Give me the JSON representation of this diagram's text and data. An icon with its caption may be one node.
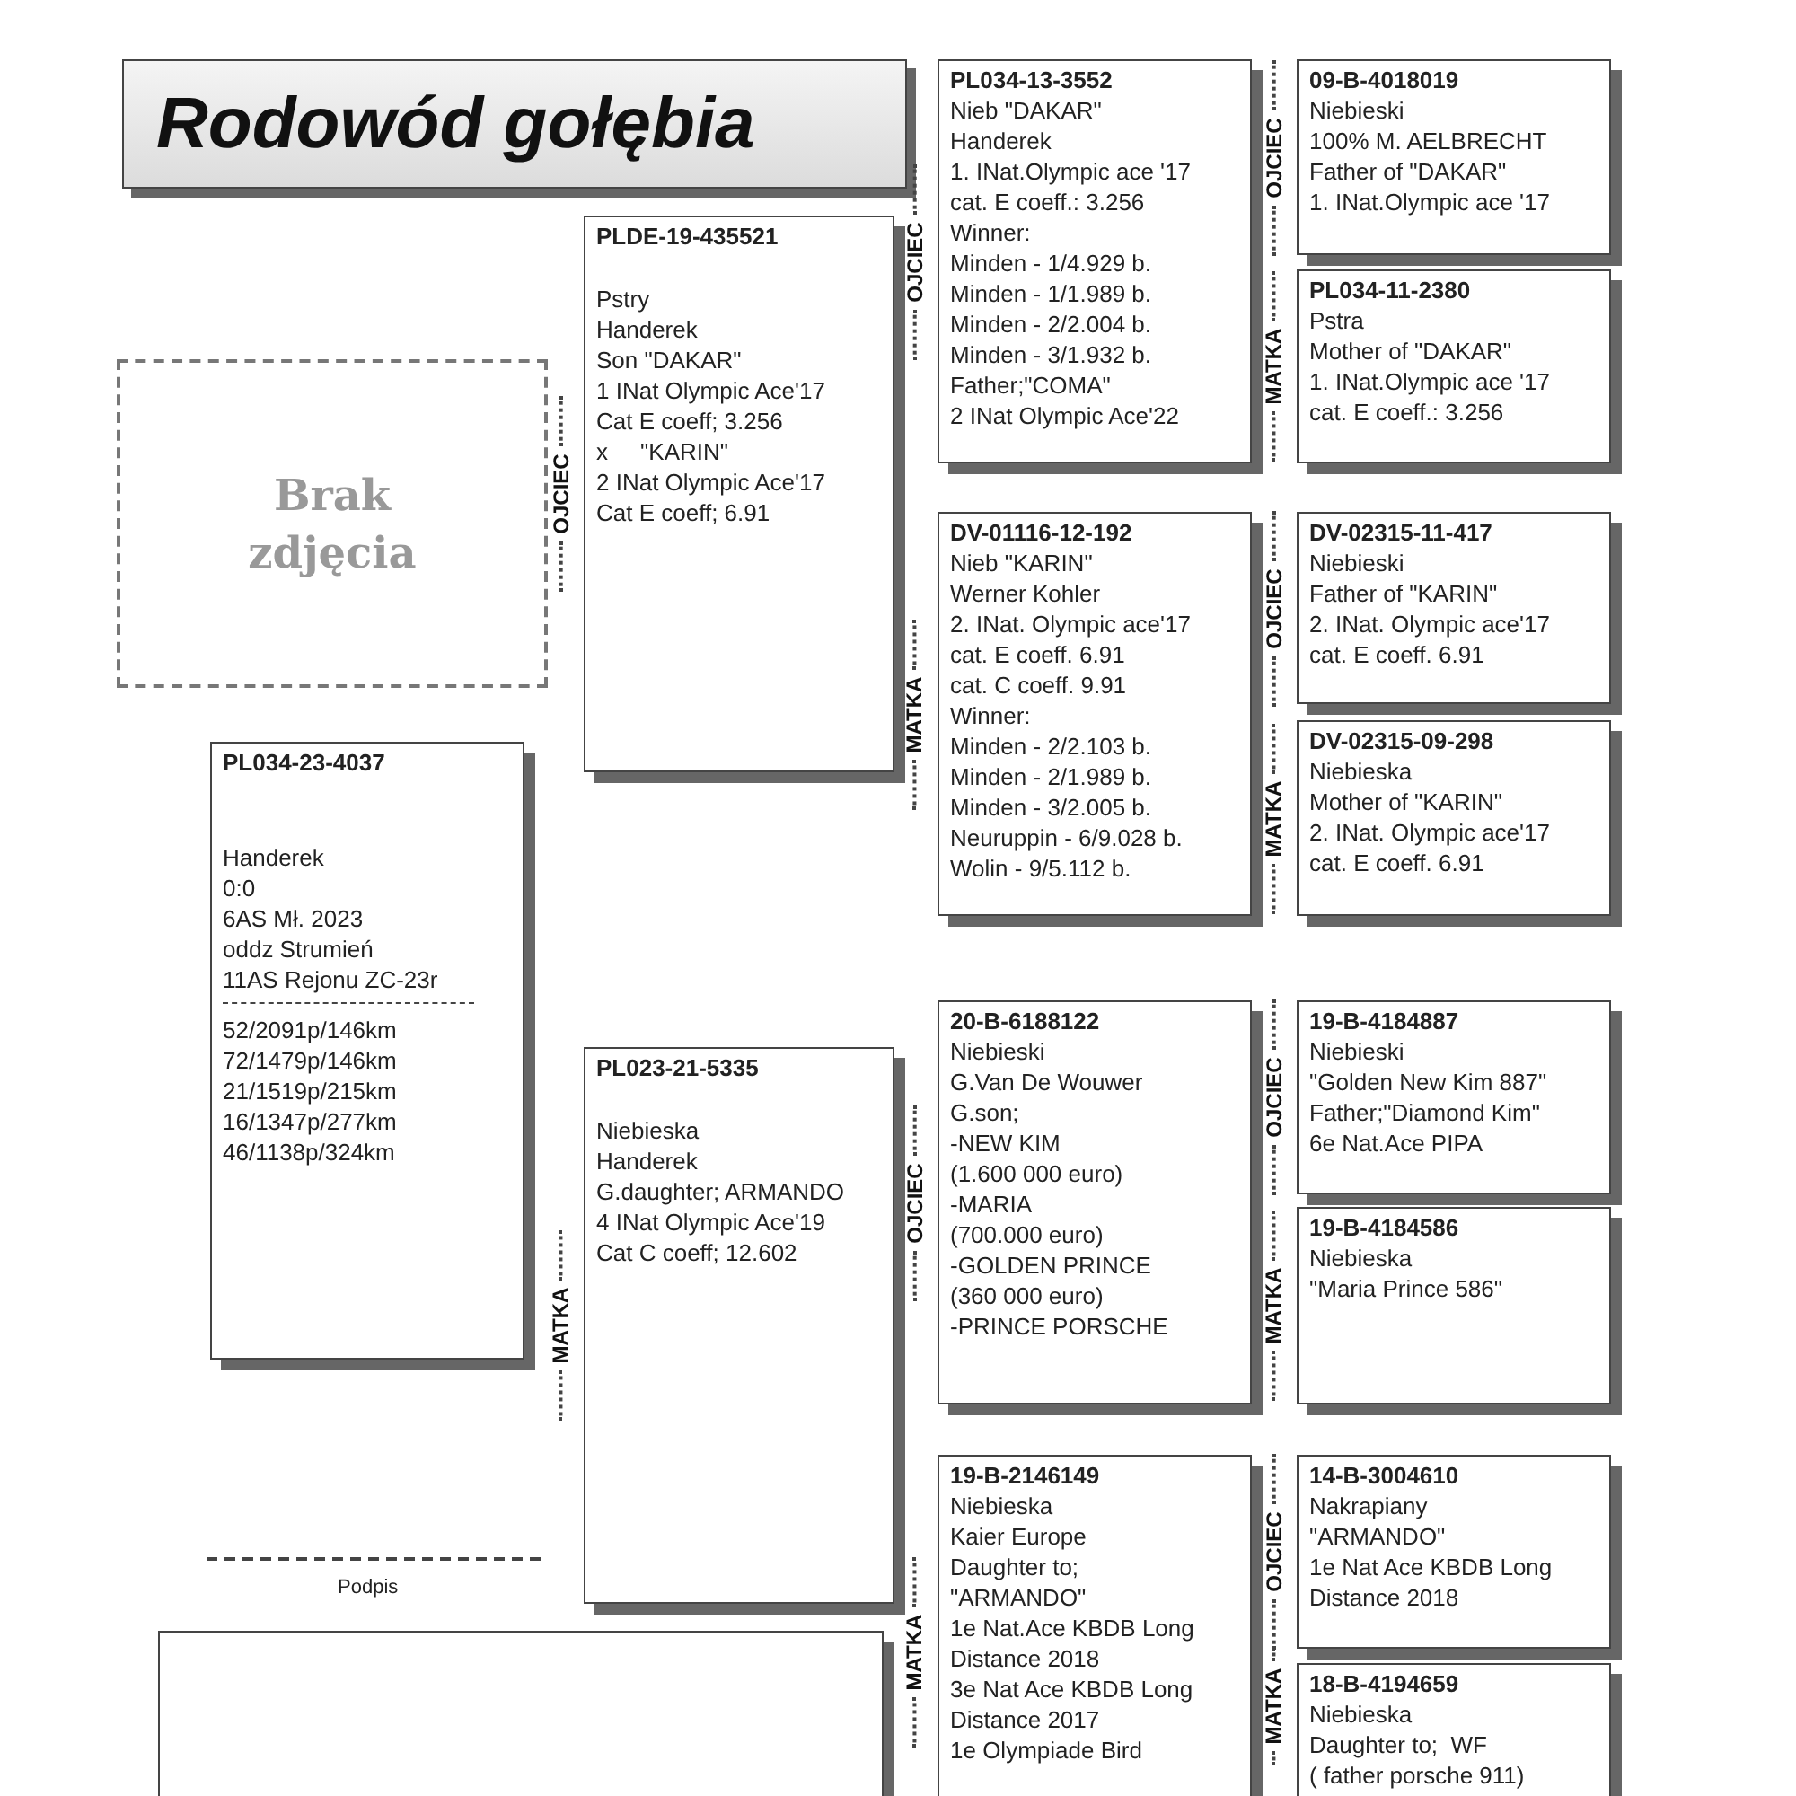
{
  "diagram": {
    "title": "Rodowód gołębia",
    "nodes": [
      {
        "text": [
          "Brak zdjęcia"
        ]
      },
      {
        "text": [
          "PL034-23-4037",
          "Handerek",
          "0:0",
          "6AS Mł. 2023",
          "oddz Strumień",
          "11AS Rejonu ZC-23r",
          "52/2091p/146km",
          "72/1479p/146km",
          "21/1519p/215km",
          "16/1347p/277km",
          "46/1138p/324km"
        ]
      },
      {
        "text": [
          "PLDE-19-435521",
          "Pstry",
          "Handerek",
          "Son \"DAKAR\"",
          "1 INat Olympic Ace'17",
          "Cat E coeff; 3.256",
          "x     \"KARIN\"",
          "2 INat Olympic Ace'17",
          "Cat E coeff; 6.91"
        ],
        "beside": [
          "OJCIEC"
        ]
      },
      {
        "text": [
          "PL023-21-5335",
          "Niebieska",
          "Handerek",
          "G.daughter; ARMANDO",
          "4 INat Olympic Ace'19",
          "Cat C coeff; 12.602"
        ],
        "beside": [
          "MATKA"
        ]
      },
      {
        "text": [
          "PL034-13-3552",
          "Nieb \"DAKAR\"",
          "Handerek",
          "1. INat.Olympic ace '17",
          "cat. E coeff.: 3.256",
          "Winner:",
          "Minden - 1/4.929 b.",
          "Minden - 1/1.989 b.",
          "Minden - 2/2.004 b.",
          "Minden - 3/1.932 b.",
          "Father;\"COMA\"",
          "2 INat Olympic Ace'22"
        ],
        "beside": [
          "OJCIEC"
        ]
      },
      {
        "text": [
          "DV-01116-12-192",
          "Nieb \"KARIN\"",
          "Werner Kohler",
          "2. INat. Olympic ace'17",
          "cat. E coeff. 6.91",
          "cat. C coeff. 9.91",
          "Winner:",
          "Minden - 2/2.103 b.",
          "Minden - 2/1.989 b.",
          "Minden - 3/2.005 b.",
          "Neuruppin - 6/9.028 b.",
          "Wolin - 9/5.112 b."
        ],
        "beside": [
          "MATKA"
        ]
      },
      {
        "text": [
          "20-B-6188122",
          "Niebieski",
          "G.Van De Wouwer",
          "G.son;",
          "-NEW KIM",
          "(1.600 000 euro)",
          "-MARIA",
          "(700.000 euro)",
          "-GOLDEN PRINCE",
          "(360 000 euro)",
          "-PRINCE PORSCHE"
        ],
        "beside": [
          "OJCIEC"
        ]
      },
      {
        "text": [
          "19-B-2146149",
          "Niebieska",
          "Kaier Europe",
          "Daughter to;",
          "\"ARMANDO\"",
          "1e Nat.Ace KBDB Long",
          "Distance 2018",
          "3e Nat Ace KBDB Long",
          "Distance 2017",
          "1e Olympiade Bird"
        ],
        "beside": [
          "MATKA"
        ]
      },
      {
        "text": [
          "09-B-4018019",
          "Niebieski",
          "100% M. AELBRECHT",
          "Father of \"DAKAR\"",
          "1. INat.Olympic ace '17"
        ],
        "beside": [
          "OJCIEC"
        ]
      },
      {
        "text": [
          "PL034-11-2380",
          "Pstra",
          "Mother of \"DAKAR\"",
          "1. INat.Olympic ace '17",
          "cat. E coeff.: 3.256"
        ],
        "beside": [
          "MATKA"
        ]
      },
      {
        "text": [
          "DV-02315-11-417",
          "Niebieski",
          "Father of \"KARIN\"",
          "2. INat. Olympic ace'17",
          "cat. E coeff. 6.91"
        ],
        "beside": [
          "OJCIEC"
        ]
      },
      {
        "text": [
          "DV-02315-09-298",
          "Niebieska",
          "Mother of \"KARIN\"",
          "2. INat. Olympic ace'17",
          "cat. E coeff. 6.91"
        ],
        "beside": [
          "MATKA"
        ]
      },
      {
        "text": [
          "19-B-4184887",
          "Niebieski",
          "\"Golden New Kim 887\"",
          "Father;\"Diamond Kim\"",
          "6e Nat.Ace PIPA"
        ],
        "beside": [
          "OJCIEC"
        ]
      },
      {
        "text": [
          "19-B-4184586",
          "Niebieska",
          "\"Maria Prince 586\""
        ],
        "beside": [
          "MATKA"
        ]
      },
      {
        "text": [
          "14-B-3004610",
          "Nakrapiany",
          "\"ARMANDO\"",
          "1e Nat Ace KBDB Long",
          "Distance 2018"
        ],
        "beside": [
          "OJCIEC"
        ]
      },
      {
        "text": [
          "18-B-4194659",
          "Niebieska",
          "Daughter to;  WF",
          "( father porsche 911)"
        ],
        "beside": [
          "MATKA"
        ]
      },
      {
        "text": [],
        "shape": "box"
      }
    ],
    "labels": [
      "Podpis"
    ]
  }
}
